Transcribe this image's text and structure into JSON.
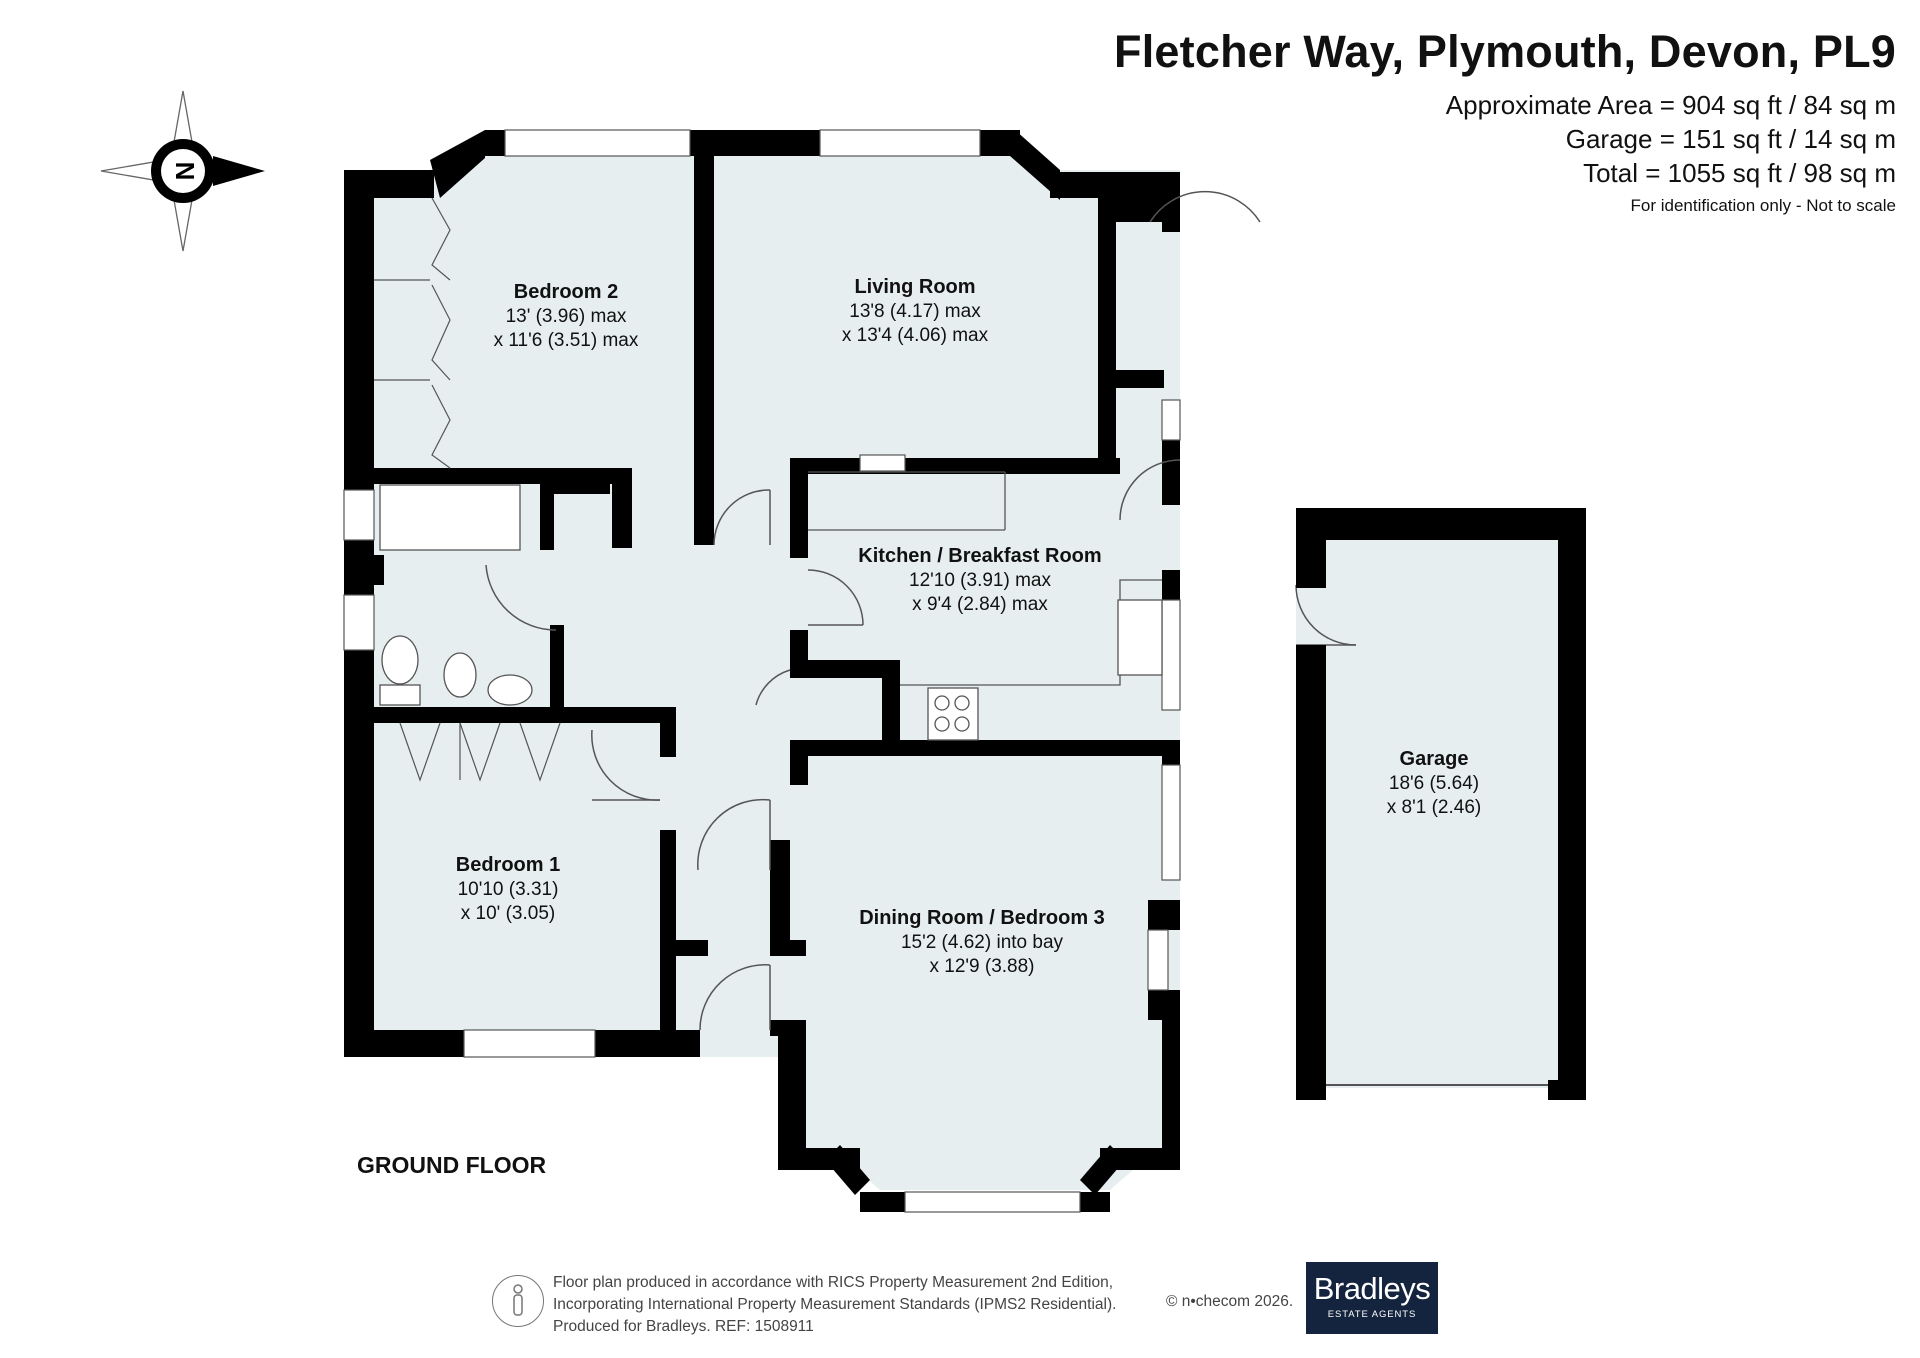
{
  "header": {
    "title": "Fletcher Way, Plymouth, Devon, PL9",
    "area_approx": "Approximate Area = 904 sq ft / 84 sq m",
    "area_garage": "Garage = 151 sq ft / 14 sq m",
    "area_total": "Total = 1055 sq ft / 98 sq m",
    "note": "For identification only - Not to scale"
  },
  "compass": {
    "label": "N",
    "icon": "compass-rose-icon"
  },
  "floor_label": "GROUND FLOOR",
  "rooms": {
    "bedroom2": {
      "name": "Bedroom 2",
      "dim1": "13' (3.96) max",
      "dim2": "x 11'6 (3.51) max"
    },
    "living": {
      "name": "Living Room",
      "dim1": "13'8 (4.17) max",
      "dim2": "x 13'4 (4.06) max"
    },
    "kitchen": {
      "name": "Kitchen / Breakfast Room",
      "dim1": "12'10 (3.91) max",
      "dim2": "x 9'4 (2.84) max"
    },
    "bedroom1": {
      "name": "Bedroom 1",
      "dim1": "10'10 (3.31)",
      "dim2": "x 10' (3.05)"
    },
    "dining": {
      "name": "Dining Room / Bedroom 3",
      "dim1": "15'2 (4.62) into bay",
      "dim2": "x 12'9 (3.88)"
    },
    "garage": {
      "name": "Garage",
      "dim1": "18'6 (5.64)",
      "dim2": "x 8'1 (2.46)"
    }
  },
  "footer": {
    "line1": "Floor plan produced in accordance with RICS Property Measurement 2nd Edition,",
    "line2": "Incorporating International Property Measurement Standards (IPMS2 Residential).",
    "line3": "Produced for Bradleys.   REF: 1508911",
    "copyright": "© n•checom 2026.",
    "logo_main": "Bradleys",
    "logo_sub": "ESTATE AGENTS"
  },
  "colors": {
    "wall": "#000000",
    "floor": "#e6eef0",
    "window": "#ffffff",
    "logo_bg": "#14243f"
  }
}
